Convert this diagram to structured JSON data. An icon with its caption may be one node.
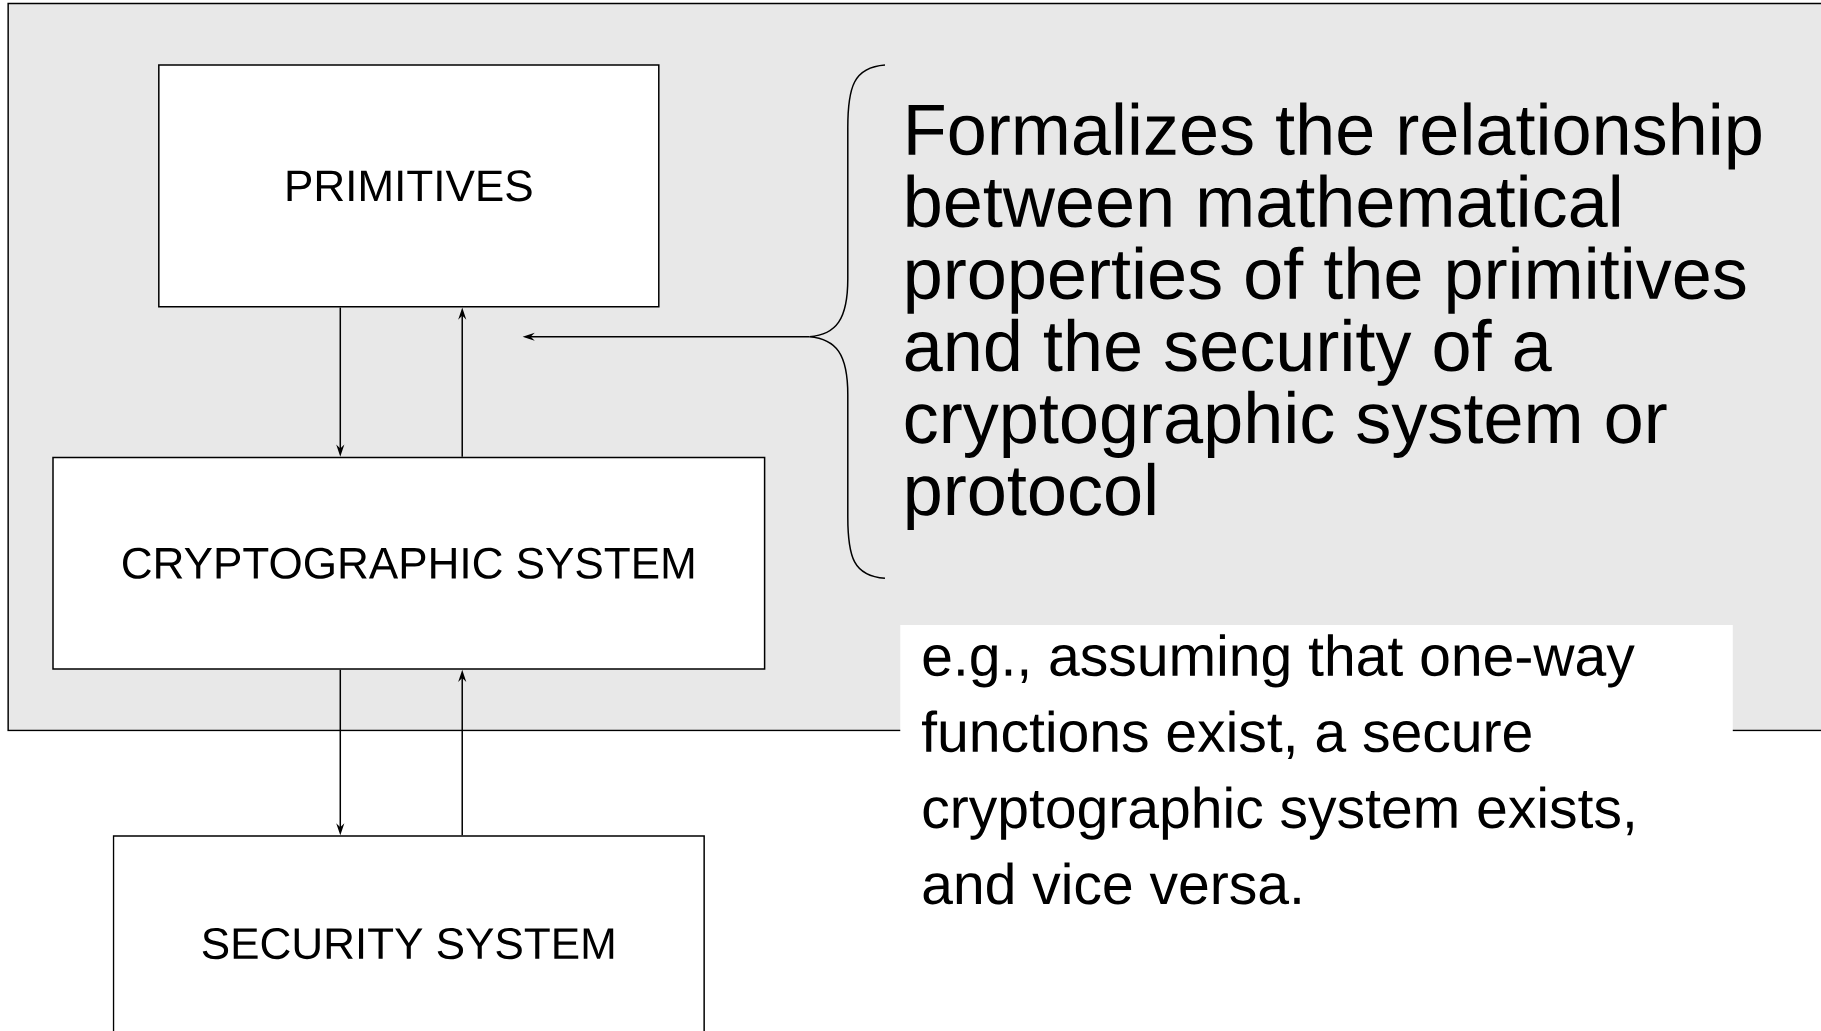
{
  "diagram": {
    "nodes": [
      {
        "text": [
          "PRIMITIVES"
        ]
      },
      {
        "text": [
          "CRYPTOGRAPHIC SYSTEM"
        ]
      },
      {
        "text": [
          "SECURITY SYSTEM"
        ]
      },
      {
        "text": [
          "Formalizes the relationship between mathematical properties of the primitives and the security of a cryptographic system or protocol"
        ]
      },
      {
        "text": [
          "e.g., assuming that one-way functions exist, a secure cryptographic system exists, and vice versa."
        ]
      }
    ],
    "edges": [
      {
        "from": 0,
        "to": 1,
        "arrow": "to"
      },
      {
        "from": 1,
        "to": 0,
        "arrow": "to"
      },
      {
        "from": 1,
        "to": 2,
        "arrow": "to"
      },
      {
        "from": 2,
        "to": 1,
        "arrow": "to"
      },
      {
        "from": 3,
        "to": null,
        "arrow": "to"
      }
    ]
  }
}
